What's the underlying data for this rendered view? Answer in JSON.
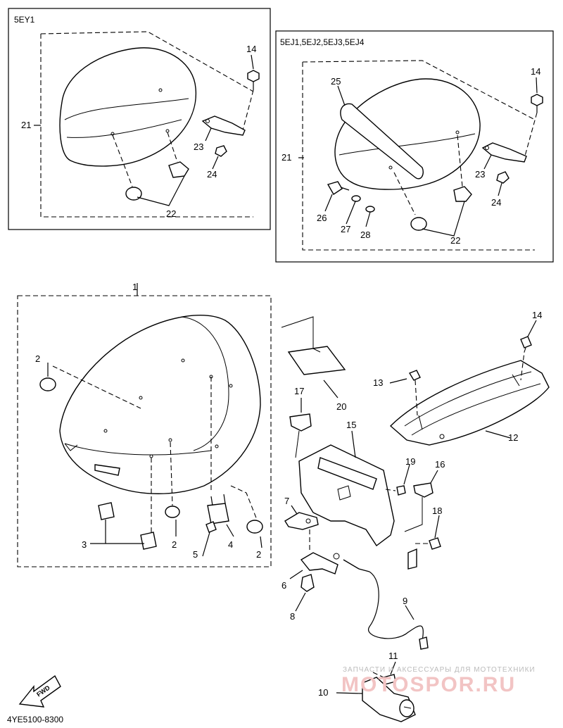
{
  "insets": [
    {
      "code": "5EY1"
    },
    {
      "code": "5EJ1,5EJ2,5EJ3,5EJ4"
    }
  ],
  "callouts": {
    "inset1": [
      "14",
      "21",
      "23",
      "24",
      "22"
    ],
    "inset2": [
      "25",
      "14",
      "21",
      "23",
      "24",
      "26",
      "27",
      "28",
      "22"
    ],
    "main": [
      "1",
      "2",
      "3",
      "2",
      "5",
      "4",
      "2",
      "17",
      "20",
      "15",
      "19",
      "16",
      "13",
      "14",
      "12",
      "7",
      "18",
      "6",
      "8",
      "9",
      "11",
      "10"
    ]
  },
  "footer": {
    "drawing_code": "4YE5100-8300",
    "fwd_label": "FWD"
  },
  "watermark": {
    "top_text": "ЗАПЧАСТИ И АКСЕССУАРЫ ДЛЯ МОТОТЕХНИКИ",
    "brand": "MOTOSPOR.RU"
  }
}
